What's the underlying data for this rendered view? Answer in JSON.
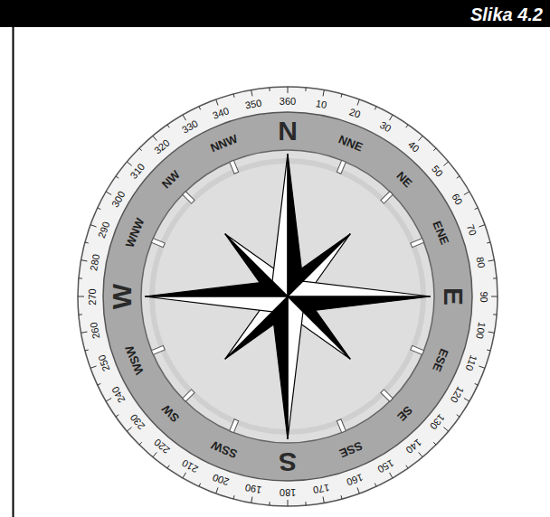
{
  "diagram": {
    "title": "Slika 4.2",
    "labels": [
      "10",
      "20",
      "30",
      "40",
      "50",
      "60",
      "70",
      "80",
      "90",
      "100",
      "110",
      "120",
      "130",
      "140",
      "150",
      "160",
      "170",
      "180",
      "190",
      "200",
      "210",
      "220",
      "230",
      "240",
      "250",
      "260",
      "270",
      "280",
      "290",
      "300",
      "310",
      "320",
      "330",
      "340",
      "350",
      "360",
      "N",
      "NNE",
      "NE",
      "ENE",
      "E",
      "ESE",
      "SE",
      "SSE",
      "S",
      "SSW",
      "SW",
      "WSW",
      "W",
      "WNW",
      "NW",
      "NNW"
    ]
  }
}
